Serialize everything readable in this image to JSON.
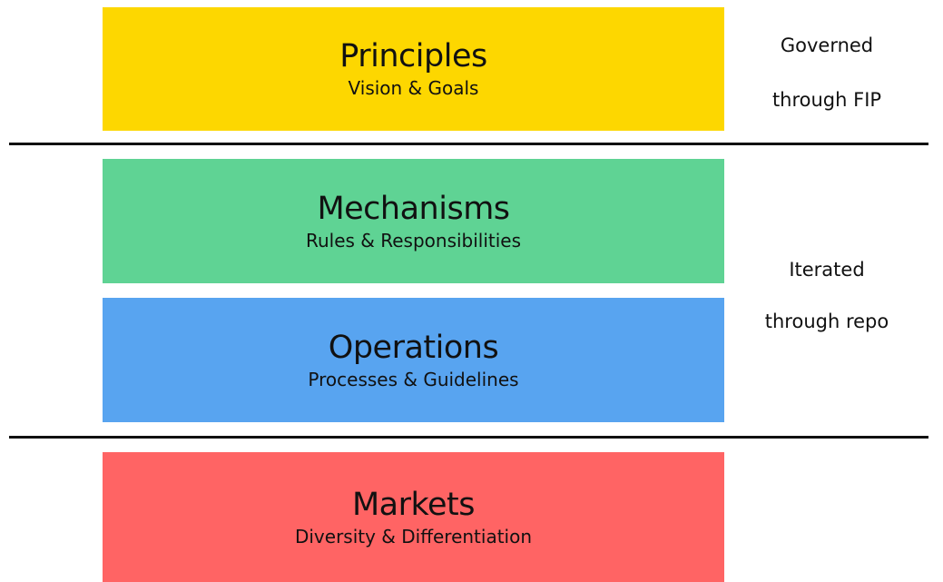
{
  "layers": [
    {
      "id": "principles",
      "title": "Principles",
      "subtitle": "Vision & Goals",
      "color": "#FDD700"
    },
    {
      "id": "mechanisms",
      "title": "Mechanisms",
      "subtitle": "Rules & Responsibilities",
      "color": "#5FD394"
    },
    {
      "id": "operations",
      "title": "Operations",
      "subtitle": "Processes & Guidelines",
      "color": "#58A4F0"
    },
    {
      "id": "markets",
      "title": "Markets",
      "subtitle": "Diversity & Differentiation",
      "color": "#FF6464"
    }
  ],
  "side_labels": {
    "governed": {
      "line1": "Governed",
      "line2": "through FIP"
    },
    "iterated": {
      "line1": "Iterated",
      "line2": "through repo"
    }
  }
}
